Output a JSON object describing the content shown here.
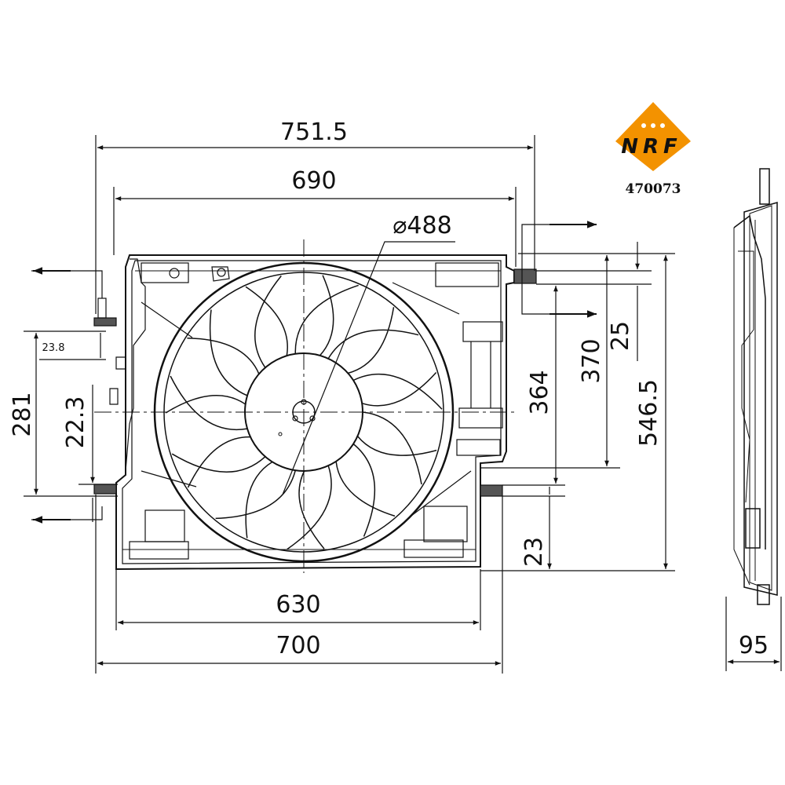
{
  "brand": {
    "logo_text": "NRF",
    "logo_color": "#f39200",
    "part_number": "470073"
  },
  "dimensions": {
    "overall_width": "751.5",
    "mount_width": "690",
    "fan_diameter": "⌀488",
    "bottom_inner_width": "630",
    "bottom_outer_width": "700",
    "depth": "95",
    "left_total_height": "281",
    "left_small_offset": "23.8",
    "left_lower_offset": "22.3",
    "right_height_364": "364",
    "right_height_370": "370",
    "right_offset_25": "25",
    "right_total_height": "546.5",
    "right_bottom_offset": "23"
  }
}
